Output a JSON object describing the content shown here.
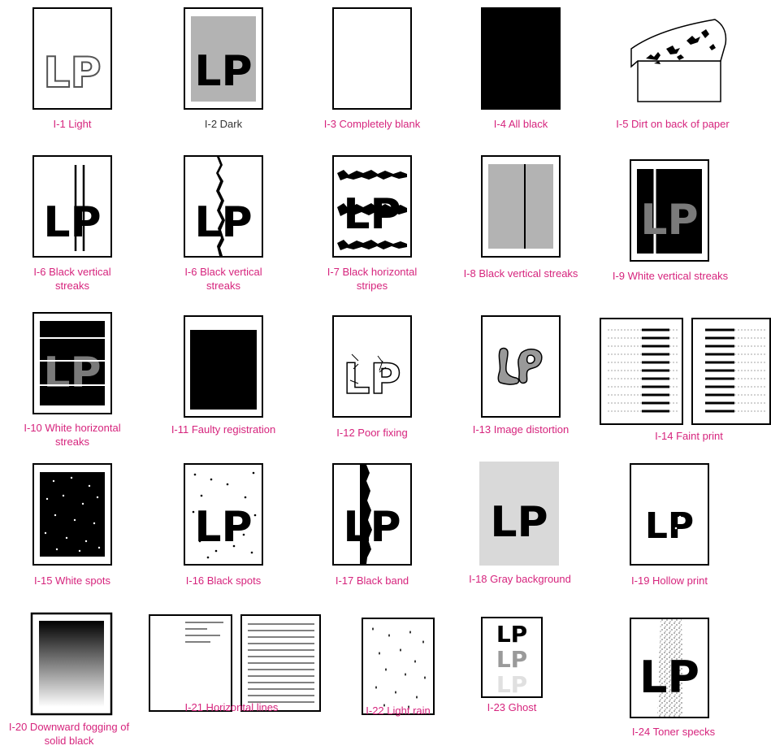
{
  "captions": {
    "i1": "I-1 Light",
    "i2": "I-2 Dark",
    "i3": "I-3 Completely blank",
    "i4": "I-4 All black",
    "i5": "I-5 Dirt on back of paper",
    "i6a": "I-6 Black vertical streaks",
    "i6b": "I-6 Black vertical streaks",
    "i7": "I-7 Black horizontal stripes",
    "i8": "I-8 Black vertical streaks",
    "i9": "I-9 White vertical streaks",
    "i10": "I-10 White horizontal streaks",
    "i11": "I-11 Faulty registration",
    "i12": "I-12 Poor fixing",
    "i13": "I-13 Image distortion",
    "i14": "I-14 Faint print",
    "i15": "I-15 White spots",
    "i16": "I-16 Black spots",
    "i17": "I-17 Black band",
    "i18": "I-18 Gray background",
    "i19": "I-19 Hollow print",
    "i20": "I-20 Downward fogging of solid black",
    "i21": "I-21 Horizontal lines",
    "i22": "I-22 Light rain",
    "i23": "I-23 Ghost",
    "i24": "I-24 Toner specks"
  },
  "sample_letters": "LP",
  "colors": {
    "caption": "#d6247d",
    "gray": "#b3b3b3",
    "light_gray": "#d9d9d9",
    "black": "#000000"
  }
}
